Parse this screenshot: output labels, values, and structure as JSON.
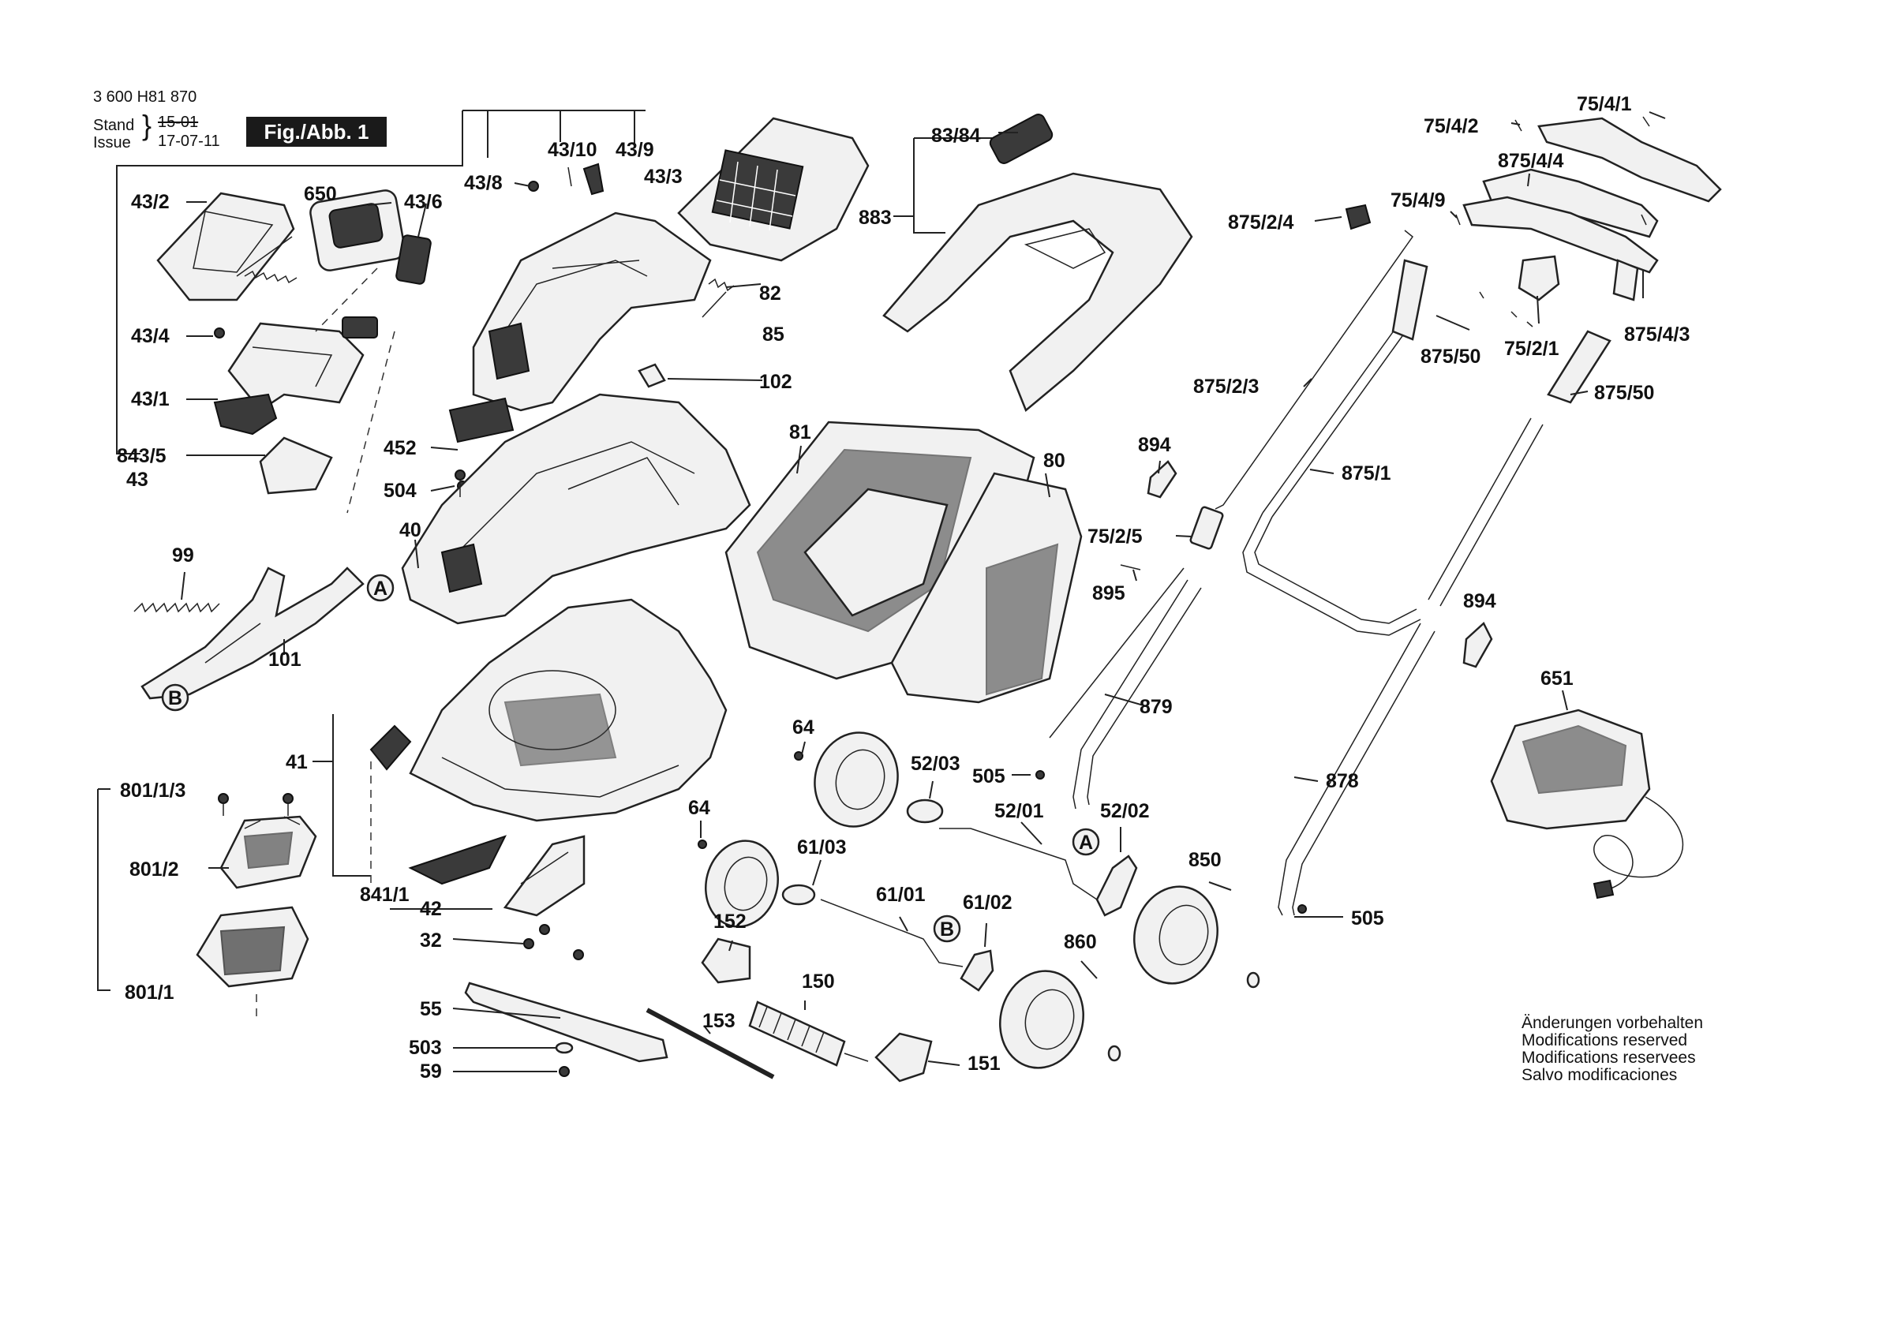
{
  "header": {
    "doc_number": "3 600 H81 870",
    "stand_label": "Stand",
    "stand_value": "15-01",
    "issue_label": "Issue",
    "issue_value": "17-07-11",
    "figure": "Fig./Abb. 1"
  },
  "notes": [
    "Änderungen vorbehalten",
    "Modifications reserved",
    "Modifications reservees",
    "Salvo modificaciones"
  ],
  "callouts": {
    "A": "A",
    "B": "B"
  },
  "part_labels": [
    "43/2",
    "650",
    "43/6",
    "43/8",
    "43/10",
    "43/9",
    "43/3",
    "43/4",
    "43/1",
    "843/5",
    "43",
    "82",
    "85",
    "102",
    "452",
    "504",
    "40",
    "99",
    "101",
    "41",
    "801/1/3",
    "801/2",
    "801/1",
    "841/1",
    "42",
    "32",
    "55",
    "503",
    "59",
    "81",
    "80",
    "83/84",
    "883",
    "64",
    "52/03",
    "505",
    "52/01",
    "52/02",
    "61/03",
    "61/01",
    "61/02",
    "152",
    "150",
    "153",
    "151",
    "850",
    "860",
    "894",
    "75/2/5",
    "895",
    "879",
    "878",
    "875/2/4",
    "875/2/3",
    "875/1",
    "75/4/1",
    "75/4/2",
    "875/4/4",
    "75/4/9",
    "875/50",
    "75/2/1",
    "875/4/3",
    "651"
  ]
}
